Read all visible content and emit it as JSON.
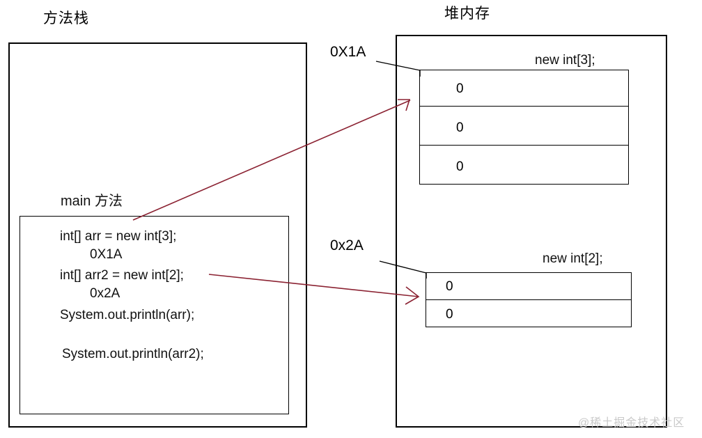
{
  "diagram": {
    "stack": {
      "title": "方法栈",
      "frame_label": "main 方法",
      "code_lines": [
        "int[] arr = new int[3];",
        "0X1A",
        "int[] arr2 = new int[2];",
        "0x2A",
        "System.out.println(arr);",
        "System.out.println(arr2);"
      ]
    },
    "heap": {
      "title": "堆内存",
      "objects": [
        {
          "label": "new int[3];",
          "address": "0X1A",
          "cells": [
            "0",
            "0",
            "0"
          ]
        },
        {
          "label": "new int[2];",
          "address": "0x2A",
          "cells": [
            "0",
            "0"
          ]
        }
      ]
    },
    "arrows": {
      "reference_color": "#8b2232",
      "pointer_color": "#000000"
    },
    "watermark": "@稀土掘金技术社区"
  }
}
